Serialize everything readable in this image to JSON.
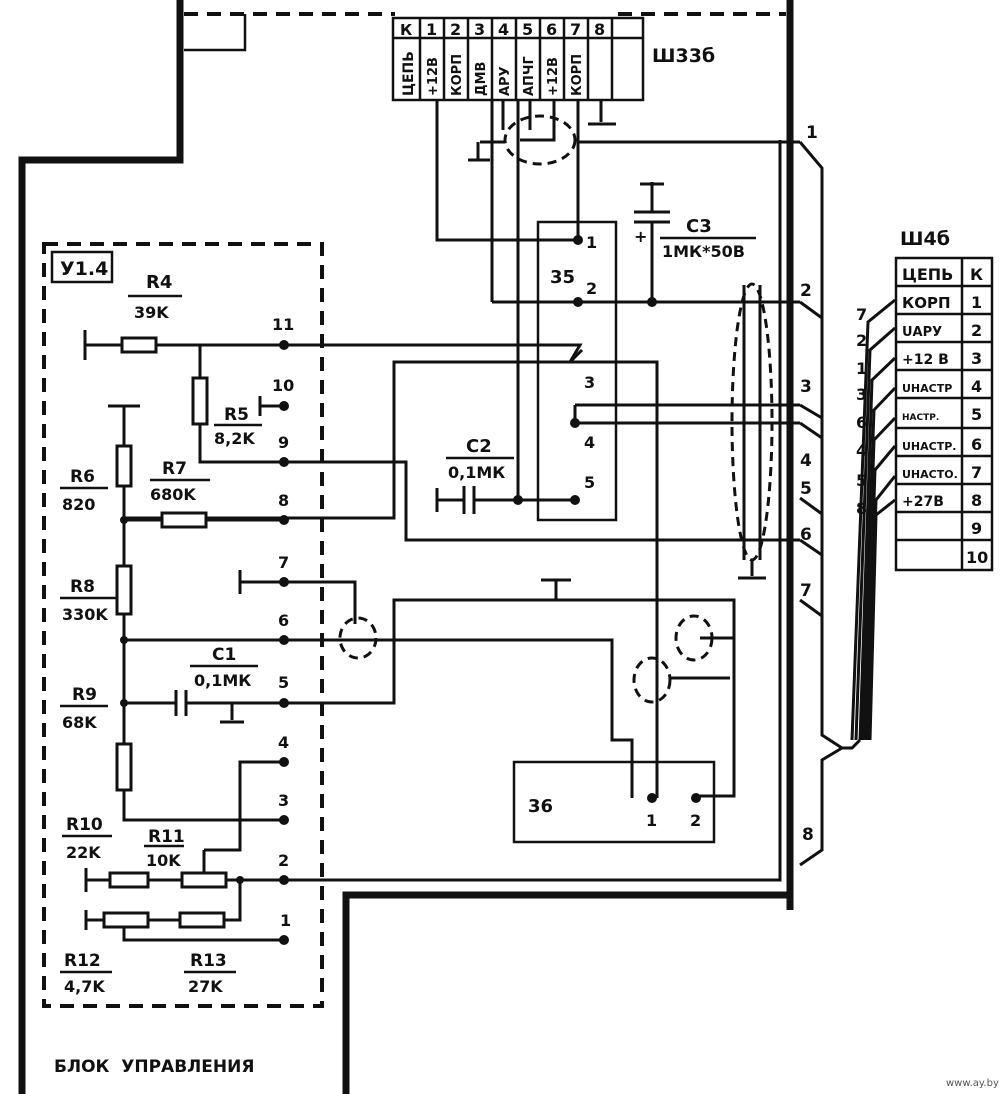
{
  "block_title": "БЛОК  УПРАВЛЕНИЯ",
  "subboard_label": "У1.4",
  "watermark": "www.ay.by",
  "connector_top": {
    "name": "Ш33б",
    "header_circuit": "ЦЕПЬ",
    "header_contact": "К",
    "pins": [
      {
        "num": "1",
        "signal": "+12В"
      },
      {
        "num": "2",
        "signal": "КОРП"
      },
      {
        "num": "3",
        "signal": "ДМВ"
      },
      {
        "num": "4",
        "signal": "АРУ"
      },
      {
        "num": "5",
        "signal": "АПЧГ"
      },
      {
        "num": "6",
        "signal": "+12В"
      },
      {
        "num": "7",
        "signal": "КОРП"
      },
      {
        "num": "8",
        "signal": ""
      }
    ]
  },
  "connector_right": {
    "name": "Ш4б",
    "header_circuit": "ЦЕПЬ",
    "header_contact": "К",
    "rows": [
      {
        "signal": "КОРП",
        "contact": "1",
        "wire": "7"
      },
      {
        "signal": "UАРУ",
        "contact": "2",
        "wire": "2"
      },
      {
        "signal": "+12 В",
        "contact": "3",
        "wire": "1"
      },
      {
        "signal": "UНАСТР",
        "contact": "4",
        "wire": "3"
      },
      {
        "signal": "НАСТР.",
        "contact": "5",
        "wire": "6"
      },
      {
        "signal": "UНАСТР.",
        "contact": "6",
        "wire": "4"
      },
      {
        "signal": "UНАСТО.",
        "contact": "7",
        "wire": "5"
      },
      {
        "signal": "+27В",
        "contact": "8",
        "wire": "8"
      },
      {
        "signal": "",
        "contact": "9",
        "wire": ""
      },
      {
        "signal": "",
        "contact": "10",
        "wire": ""
      }
    ]
  },
  "components": {
    "R4": {
      "ref": "R4",
      "value": "39K"
    },
    "R5": {
      "ref": "R5",
      "value": "8,2K"
    },
    "R6": {
      "ref": "R6",
      "value": "820"
    },
    "R7": {
      "ref": "R7",
      "value": "680K"
    },
    "R8": {
      "ref": "R8",
      "value": "330K"
    },
    "R9": {
      "ref": "R9",
      "value": "68K"
    },
    "R10": {
      "ref": "R10",
      "value": "22K"
    },
    "R11": {
      "ref": "R11",
      "value": "10K"
    },
    "R12": {
      "ref": "R12",
      "value": "4,7K"
    },
    "R13": {
      "ref": "R13",
      "value": "27K"
    },
    "C1": {
      "ref": "C1",
      "value": "0,1МК"
    },
    "C2": {
      "ref": "C2",
      "value": "0,1МК"
    },
    "C3": {
      "ref": "C3",
      "value": "1МК*50В"
    }
  },
  "board_pins": [
    "11",
    "10",
    "9",
    "8",
    "7",
    "6",
    "5",
    "4",
    "3",
    "2",
    "1"
  ],
  "module_35": {
    "label": "35",
    "pins": [
      "1",
      "2",
      "3",
      "4",
      "5"
    ]
  },
  "module_36": {
    "label": "36",
    "pins": [
      "1",
      "2"
    ]
  },
  "harness_wires": [
    "1",
    "2",
    "3",
    "4",
    "5",
    "6",
    "7",
    "8"
  ]
}
